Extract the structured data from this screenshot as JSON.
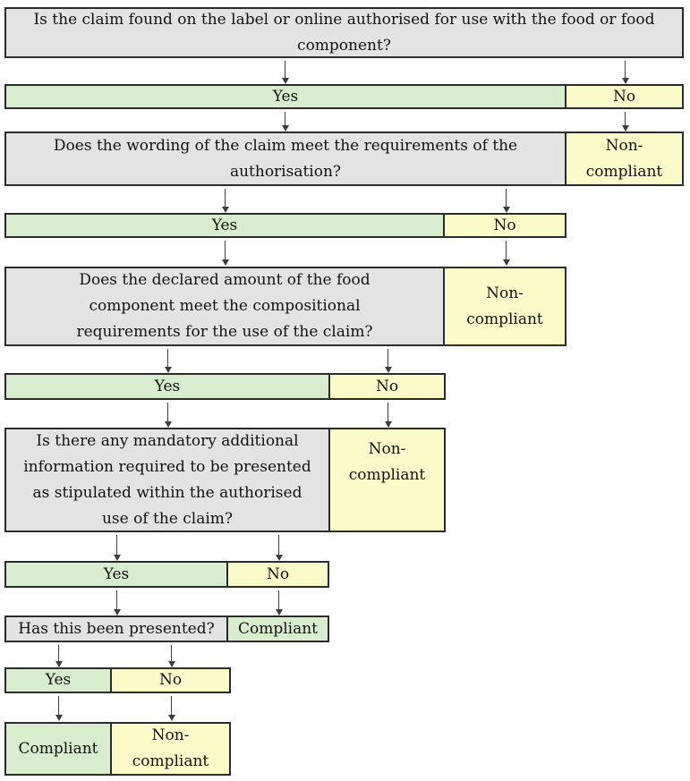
{
  "figure": {
    "questions": {
      "q1": "Is the claim found on the label or online authorised for use with the food or food component?",
      "q2": "Does the wording of the claim meet the requirements of the authorisation?",
      "q3": "Does the declared amount of the food component meet the compositional requirements for the use of the claim?",
      "q4": "Is there any mandatory additional information required to be presented as stipulated within the authorised use of the claim?",
      "q5": "Has this been presented?"
    },
    "answers": {
      "yes": "Yes",
      "no": "No"
    },
    "outcomes": {
      "compliant": "Compliant",
      "non_compliant": "Non-compliant"
    },
    "colors": {
      "question_fill": "#e3e3e3",
      "yes_fill": "#d7edce",
      "no_fill": "#fbfbca",
      "compliant_fill": "#d7edce",
      "non_compliant_fill": "#fbfbca",
      "border": "#2b2b2b",
      "arrow": "#3d3d3d",
      "background": "#ffffff"
    }
  }
}
